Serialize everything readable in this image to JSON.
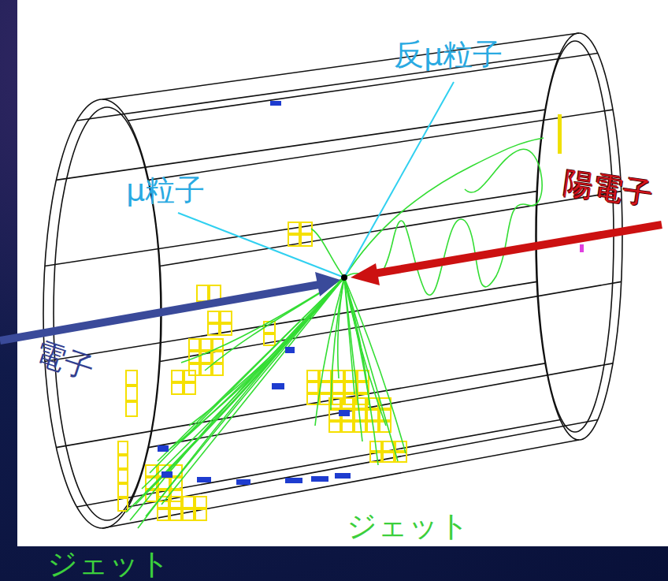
{
  "diagram": {
    "labels": [
      "反μ粒子",
      "μ粒子",
      "陽電子",
      "電子",
      "ジェット",
      "ジェット"
    ]
  }
}
